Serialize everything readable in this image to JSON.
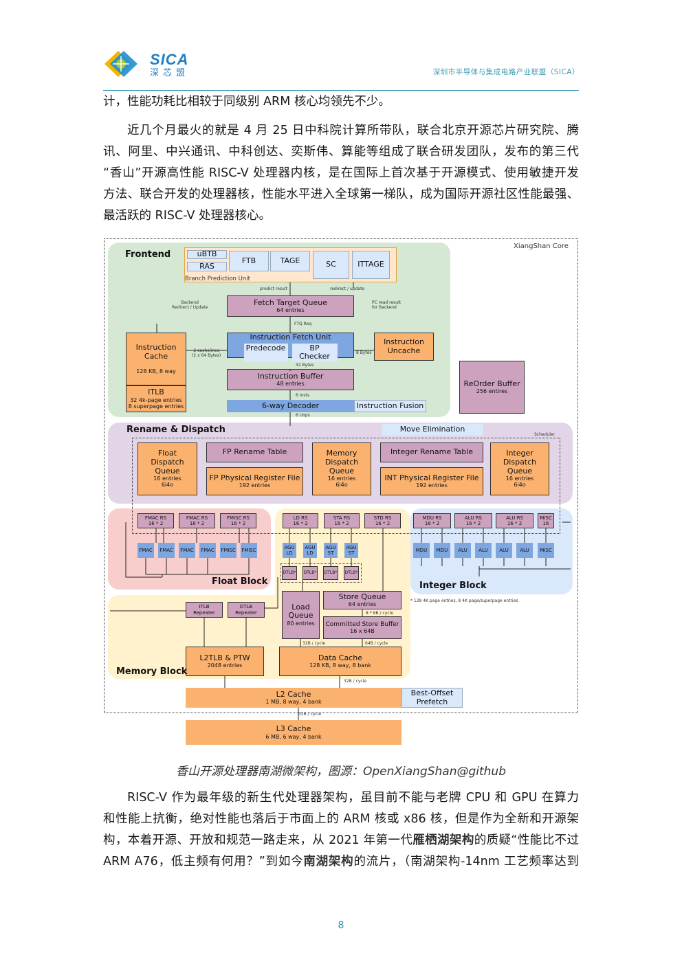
{
  "header": {
    "brand": "SICA",
    "brand_cn": "深芯盟",
    "org": "深圳市半导体与集成电路产业联盟（SICA）",
    "accent": "#2a8eb0"
  },
  "p1": [
    "计，性能功耗比相较于同级别 ARM 核心均领先不少。"
  ],
  "p2": [
    "近几个月最火的就是 4 月 25 日中科院计算所带队，联合北京开源芯片研究院、腾",
    "讯、阿里、中兴通讯、中科创达、奕斯伟、算能等组成了联合研发团队，发布的第三代",
    "“香山”开源高性能 RISC-V 处理器内核，是在国际上首次基于开源模式、使用敏捷开发",
    "方法、联合开发的处理器核，性能水平进入全球第一梯队，成为国际开源社区性能最强、",
    "最活跃的 RISC-V 处理器核心。"
  ],
  "d": {
    "core": "XiangShan Core",
    "frontend": "Frontend",
    "ubtb": "uBTB",
    "ras": "RAS",
    "ftb": "FTB",
    "tage": "TAGE",
    "sc": "SC",
    "ittage": "ITTAGE",
    "bpu": "Branch Prediction Unit",
    "predict": "predict result",
    "redirect": "redirect / update",
    "backend": [
      "Backend",
      "Redirect / Update"
    ],
    "pcread": [
      "PC read result",
      "for Backend"
    ],
    "ftq": {
      "t": "Fetch Target Queue",
      "s": "64 entries"
    },
    "ftqreq": "FTQ Req",
    "ifu": "Instruction Fetch Unit",
    "predecode": "Predecode",
    "bpcheck": "BP Checker",
    "uncache": {
      "t": "Instruction",
      "s": "Uncache"
    },
    "bytes8": "8 Bytes",
    "icache": {
      "t": "Instruction",
      "t2": "Cache",
      "s": "128 KB, 8 way"
    },
    "itlb": {
      "t": "ITLB",
      "s": "32 4k-page entries",
      "s2": "8 superpage entries"
    },
    "cachelines": [
      "2 cachelines",
      "(2 x 64 Bytes)"
    ],
    "bytes32": "32 Bytes",
    "ibuf": {
      "t": "Instruction Buffer",
      "s": "48 entries"
    },
    "insts": "6 Insts",
    "decoder": "6-way Decoder",
    "fusion": "Instruction Fusion",
    "uops": "6 Uops",
    "rob": {
      "t": "ReOrder Buffer",
      "s": "256 entires"
    },
    "rename": "Rename & Dispatch",
    "moveelim": "Move Elimination",
    "scheduler": "Scheduler",
    "fdq": {
      "t": "Float",
      "t2": "Dispatch",
      "t3": "Queue",
      "s": "16 entries",
      "s2": "6i4o"
    },
    "fprt": "FP Rename Table",
    "fprf": {
      "t": "FP Physical Register File",
      "s": "192 entries"
    },
    "mdq": {
      "t": "Memory",
      "t2": "Dispatch",
      "t3": "Queue",
      "s": "16 entries",
      "s2": "6i4o"
    },
    "irt": "Integer Rename Table",
    "irf": {
      "t": "INT Physical Register File",
      "s": "192 entries"
    },
    "idq": {
      "t": "Integer",
      "t2": "Dispatch",
      "t3": "Queue",
      "s": "16 entries",
      "s2": "6i4o"
    },
    "fblock": "Float Block",
    "fmacrs": {
      "t": "FMAC RS",
      "s": "16 * 2"
    },
    "fmiscrs": {
      "t": "FMISC RS",
      "s": "16 * 2"
    },
    "fu_float": [
      "FMAC",
      "FMAC",
      "FMAC",
      "FMAC",
      "FMISC",
      "FMISC"
    ],
    "ldrs": {
      "t": "LD RS",
      "s": "16 * 2"
    },
    "stars": {
      "t": "STA RS",
      "s": "16 * 2"
    },
    "stdrs": {
      "t": "STD RS",
      "s": "16 * 2"
    },
    "agu": [
      [
        "AGU",
        "LD"
      ],
      [
        "AGU",
        "LD"
      ],
      [
        "AGU",
        "ST"
      ],
      [
        "AGU",
        "ST"
      ]
    ],
    "dtlb": "DTLB*",
    "lq": {
      "t": "Load",
      "t2": "Queue",
      "s": "80 entries"
    },
    "sq": {
      "t": "Store Queue",
      "s": "64 entries"
    },
    "sqrate": "8 * 8B / cycle",
    "csb": {
      "t": "Committed Store Buffer",
      "s": "16 x 64B"
    },
    "r32": "32B / cycle",
    "r64": "64B / cycle",
    "dcache": {
      "t": "Data Cache",
      "s": "128 KB, 8 way, 8 bank"
    },
    "itlbrep": {
      "t": "ITLB",
      "s": "Repeater"
    },
    "dtlbrep": {
      "t": "DTLB",
      "s": "Repeater"
    },
    "l2tlb": {
      "t": "L2TLB & PTW",
      "s": "2048 entries"
    },
    "mblock": "Memory Block",
    "mdurs": {
      "t": "MDU RS",
      "s": "16 * 2"
    },
    "alurs": {
      "t": "ALU RS",
      "s": "16 * 2"
    },
    "miscrs": {
      "t": "MISC",
      "s": "16"
    },
    "fu_int": [
      "MDU",
      "MDU",
      "ALU",
      "ALU",
      "ALU",
      "ALU",
      "MISC"
    ],
    "iblock": "Integer Block",
    "footnote": "* 128 4K page entries, 8 4K page/superpage entries",
    "l2": {
      "t": "L2 Cache",
      "s": "1 MB, 8 way, 4 bank"
    },
    "bop": {
      "t": "Best-Offset",
      "s": "Prefetch"
    },
    "l2rate": "32B / cycle",
    "l3rate": "32B / cycle",
    "l3": {
      "t": "L3 Cache",
      "s": "6 MB, 6 way, 4 bank"
    }
  },
  "caption": "香山开源处理器南湖微架构，图源：OpenXiangShan@github",
  "p3": [
    [
      "RISC-V 作为最年级的新生代处理器架构，虽目前不能与老牌 CPU 和 GPU 在算力"
    ],
    [
      "和性能上抗衡，绝对性能也落后于市面上的 ARM 核或 x86 核，但是作为全新和开源架"
    ],
    [
      "构，本着开源、开放和规范一路走来，从 2021 年第一代",
      "雁栖湖架构",
      "的质疑“性能比不过"
    ],
    [
      "ARM A76，低主频有何用？”到如今",
      "南湖架构",
      "的流片，（南湖架构-14nm 工艺频率达到"
    ]
  ],
  "page_number": "8"
}
